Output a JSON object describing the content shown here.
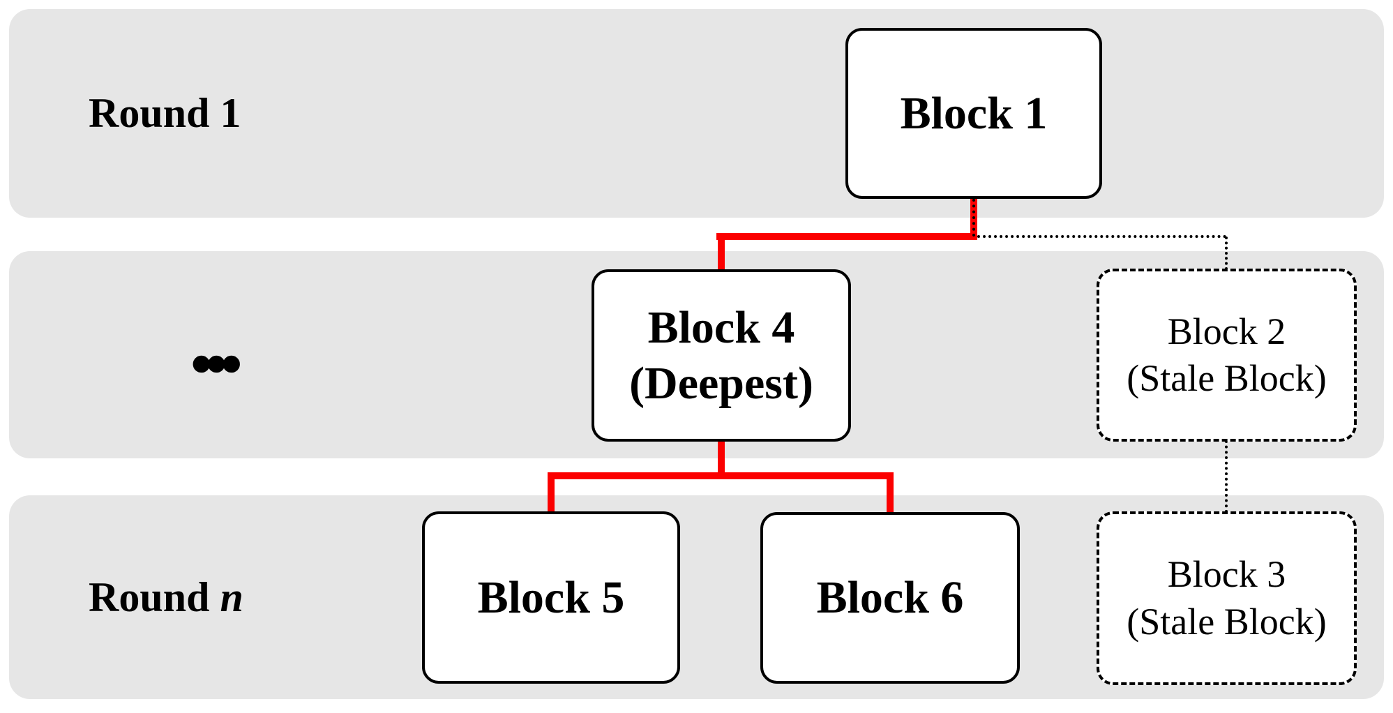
{
  "diagram": {
    "kind": "blockchain-rounds-figure",
    "ellipsis": "..."
  },
  "rounds": [
    {
      "name": "round-1",
      "label": "Round 1"
    },
    {
      "name": "round-intermediate",
      "label": "..."
    },
    {
      "name": "round-n",
      "label": "Round ",
      "label_italic": "n"
    }
  ],
  "blocks": {
    "b1": {
      "label": "Block 1"
    },
    "b2": {
      "label": "Block 2",
      "sublabel": "(Stale Block)"
    },
    "b3": {
      "label": "Block 3",
      "sublabel": "(Stale Block)"
    },
    "b4": {
      "label": "Block 4",
      "sublabel": "(Deepest)"
    },
    "b5": {
      "label": "Block 5"
    },
    "b6": {
      "label": "Block 6"
    }
  },
  "edges": [
    {
      "from": "Block 1",
      "to": "Block 4",
      "style": "red-solid"
    },
    {
      "from": "Block 1",
      "to": "Block 2",
      "style": "black-dotted"
    },
    {
      "from": "Block 2",
      "to": "Block 3",
      "style": "black-dotted"
    },
    {
      "from": "Block 4",
      "to": "Block 5",
      "style": "red-solid"
    },
    {
      "from": "Block 4",
      "to": "Block 6",
      "style": "red-solid"
    }
  ],
  "colors": {
    "band_background": "#e6e6e6",
    "chain_edge": "#fb0000",
    "stale_edge": "#000000",
    "block_border": "#000000",
    "block_fill": "#ffffff",
    "text": "#000000"
  }
}
